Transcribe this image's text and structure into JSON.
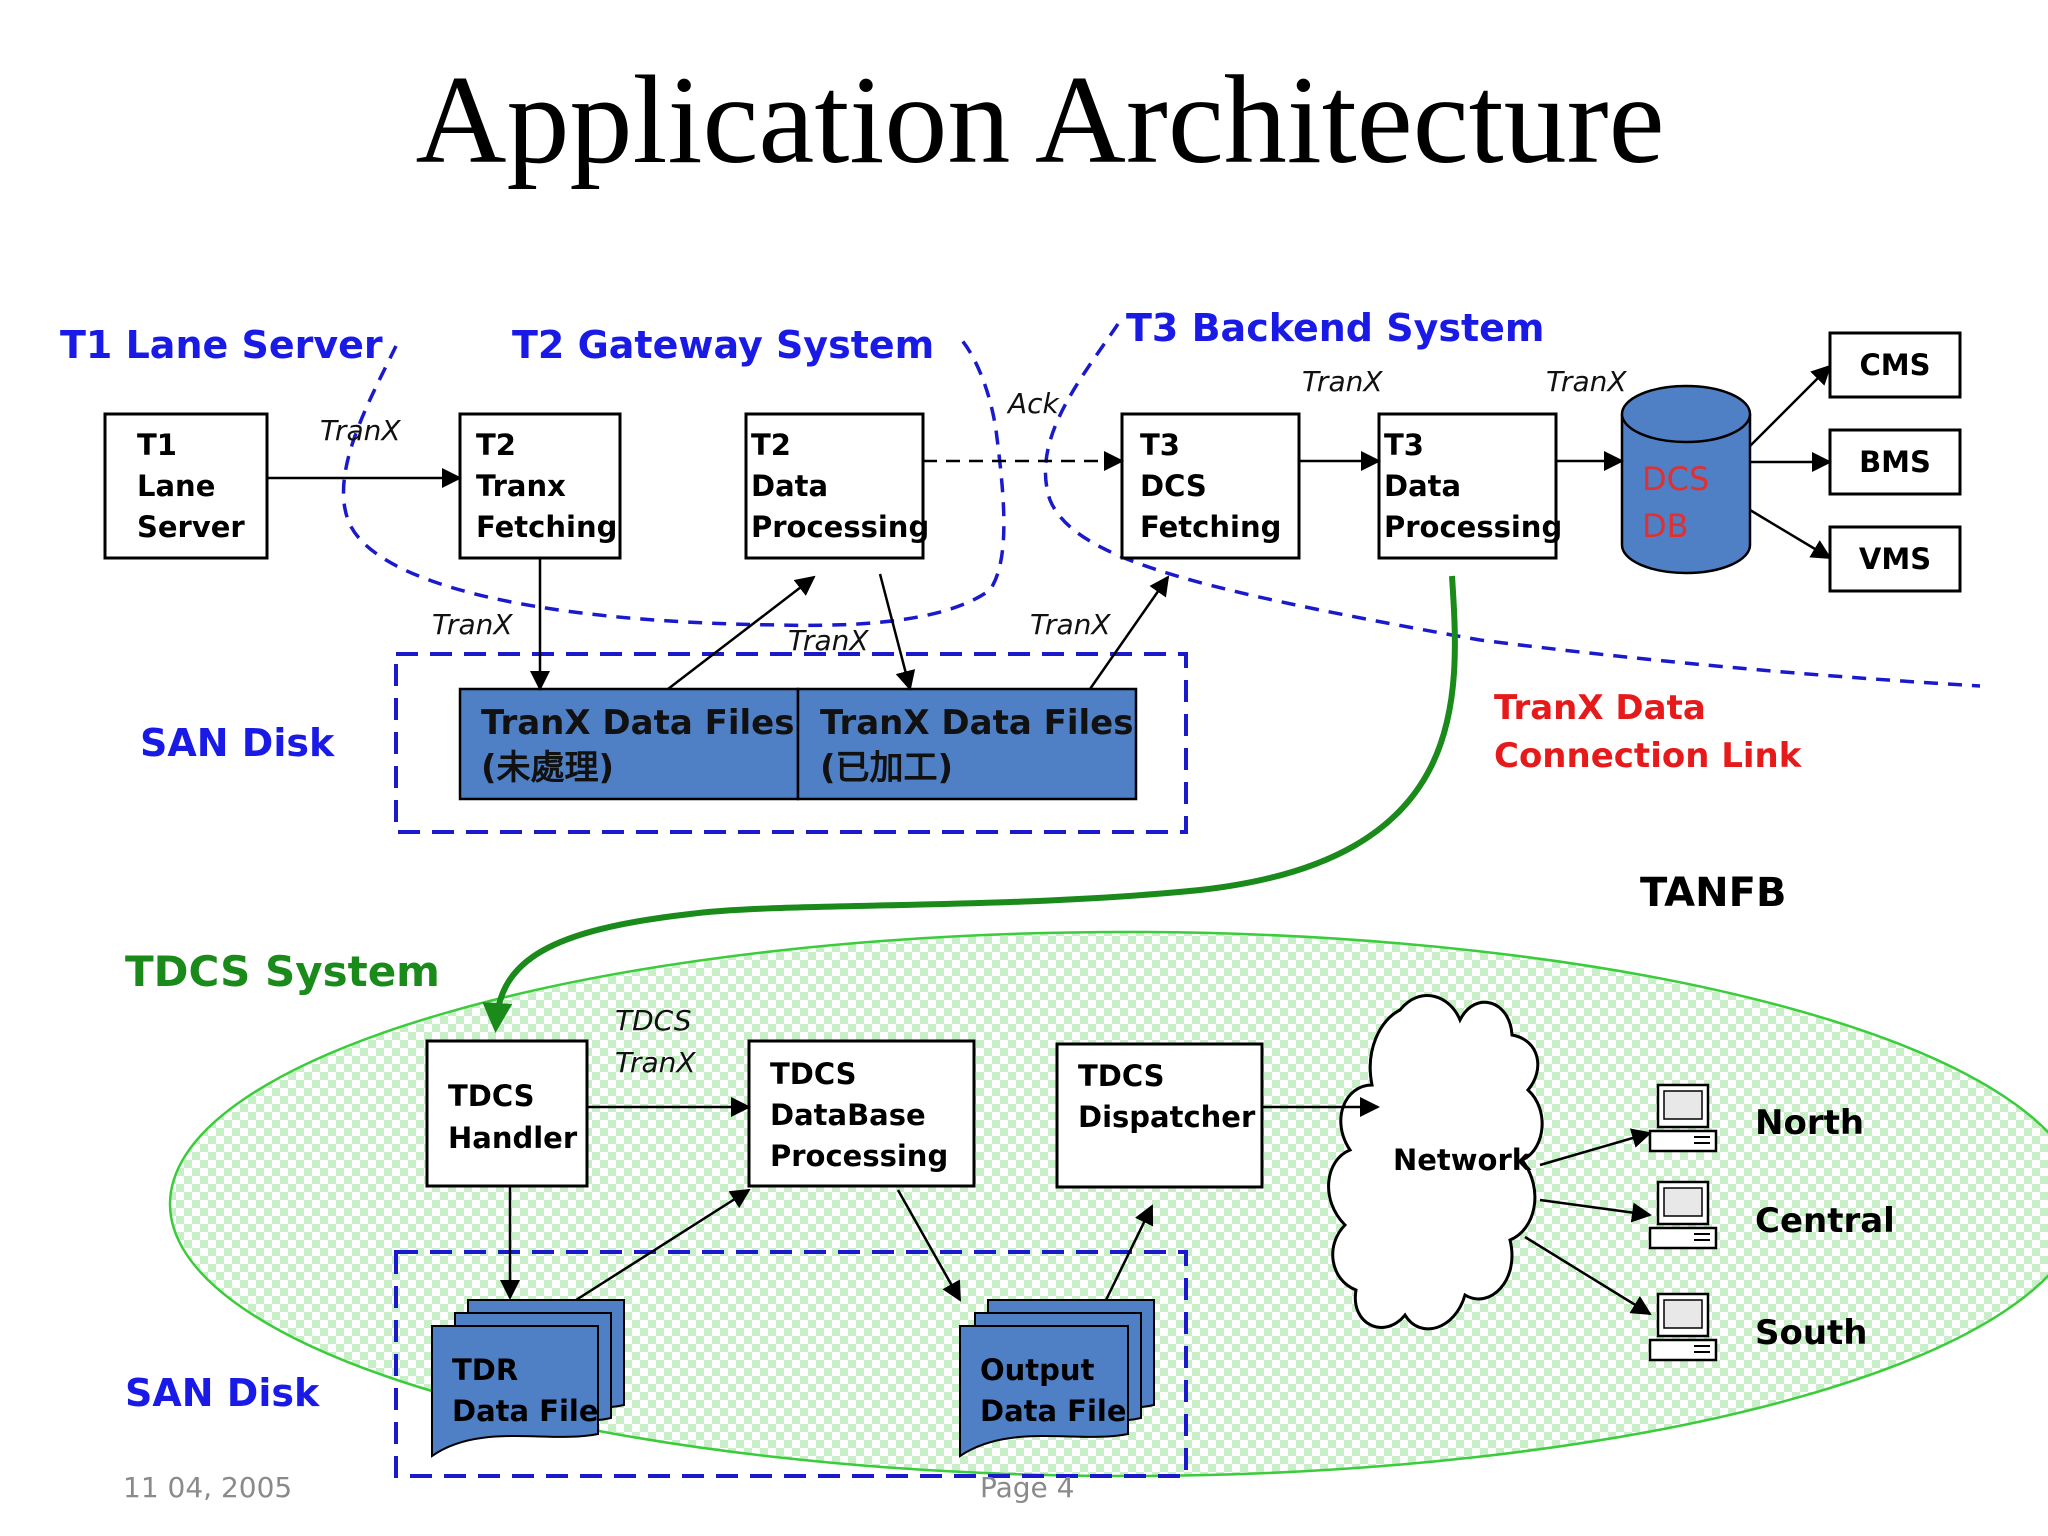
{
  "title": "Application Architecture",
  "sections": {
    "t1": "T1 Lane Server",
    "t2": "T2 Gateway System",
    "t3": "T3 Backend System",
    "san_top": "SAN Disk",
    "san_bottom": "SAN Disk",
    "tdcs": "TDCS System",
    "tanfb": "TANFB",
    "link": [
      "TranX Data",
      "Connection Link"
    ]
  },
  "boxes": {
    "t1_lane": [
      "T1",
      "Lane",
      "Server"
    ],
    "t2_fetch": [
      "T2",
      "Tranx",
      "Fetching"
    ],
    "t2_proc": [
      "T2",
      "Data",
      "Processing"
    ],
    "t3_fetch": [
      "T3",
      "DCS",
      "Fetching"
    ],
    "t3_proc": [
      "T3",
      "Data",
      "Processing"
    ],
    "cms": "CMS",
    "bms": "BMS",
    "vms": "VMS",
    "dcs_db": [
      "DCS",
      "DB"
    ],
    "tdcs_handler": [
      "TDCS",
      "Handler"
    ],
    "tdcs_db": [
      "TDCS",
      "DataBase",
      "Processing"
    ],
    "tdcs_disp": [
      "TDCS",
      "Dispatcher"
    ],
    "network": "Network"
  },
  "files": {
    "raw": [
      "TranX Data Files",
      "(未處理)"
    ],
    "processed": [
      "TranX Data Files",
      "(已加工)"
    ],
    "tdr": [
      "TDR",
      "Data File"
    ],
    "output": [
      "Output",
      "Data File"
    ]
  },
  "edge_labels": {
    "tranx_t1_t2": "TranX",
    "ack": "Ack",
    "tranx_t3a": "TranX",
    "tranx_t3b": "TranX",
    "tranx_down1": "TranX",
    "tranx_mid": "TranX",
    "tranx_right": "TranX",
    "tdcs_tranx": [
      "TDCS",
      "TranX"
    ]
  },
  "regions": [
    "North",
    "Central",
    "South"
  ],
  "footer": {
    "date": "11 04, 2005",
    "page": "Page 4"
  },
  "colors": {
    "blue_label": "#1a1ae6",
    "dashed_blue": "#1a1acc",
    "file_fill": "#4f7fc4",
    "db_fill": "#4f7fc4",
    "db_text": "#e03030",
    "green": "#1a8a1a",
    "red_label": "#e61a1a",
    "ellipse_fill": "#d6f5d6"
  }
}
